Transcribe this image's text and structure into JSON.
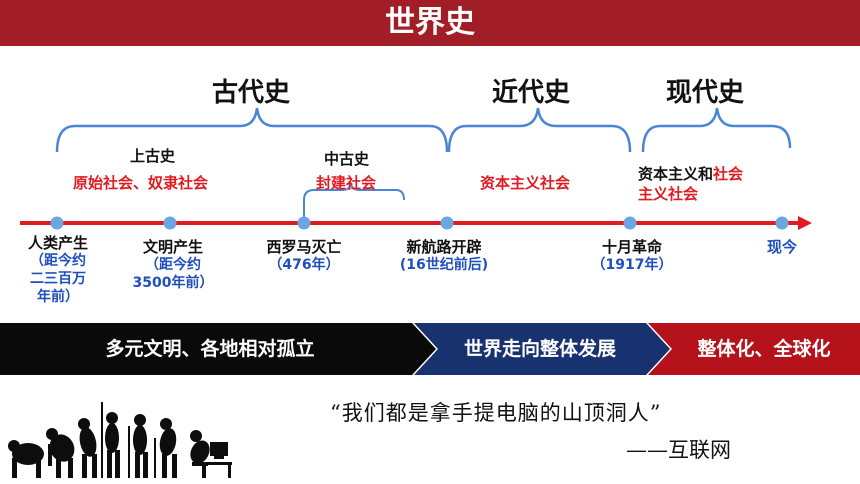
{
  "header": {
    "title": "世界史"
  },
  "eras": {
    "ancient": "古代史",
    "modern": "近代史",
    "contemporary": "现代史"
  },
  "sub_periods": {
    "upper_ancient": "上古史",
    "middle_ancient": "中古史"
  },
  "societies": {
    "primitive_slave": "原始社会、奴隶社会",
    "feudal": "封建社会",
    "capitalist": "资本主义社会",
    "cap_and_soc_black": "资本主义和",
    "cap_and_soc_red_1": "社会",
    "cap_and_soc_red_2": "主义社会"
  },
  "events": [
    {
      "name": "人类产生",
      "date": "（距今约二三百万年前）"
    },
    {
      "name": "文明产生",
      "date": "（距今约3500年前）"
    },
    {
      "name": "西罗马灭亡",
      "date": "（476年）"
    },
    {
      "name": "新航路开辟",
      "date": "(16世纪前后)"
    },
    {
      "name": "十月革命",
      "date": "（1917年）"
    },
    {
      "name": "现今",
      "date": ""
    }
  ],
  "event_date_lines": {
    "origin_1": "（距今约",
    "origin_2": "二三百万",
    "origin_3": "年前）",
    "civ_1": "（距今约",
    "civ_2": "3500年前）"
  },
  "bands": {
    "band1": "多元文明、各地相对孤立",
    "band2": "世界走向整体发展",
    "band3": "整体化、全球化"
  },
  "quote": {
    "text": "“我们都是拿手提电脑的山顶洞人”",
    "author": "——互联网"
  },
  "colors": {
    "title_bg": "#a11e26",
    "timeline": "#e11b22",
    "dot": "#6aa6e0",
    "brace": "#4a86d6",
    "band1": "#0a0a0a",
    "band2": "#17326e",
    "band3": "#b5121b"
  }
}
